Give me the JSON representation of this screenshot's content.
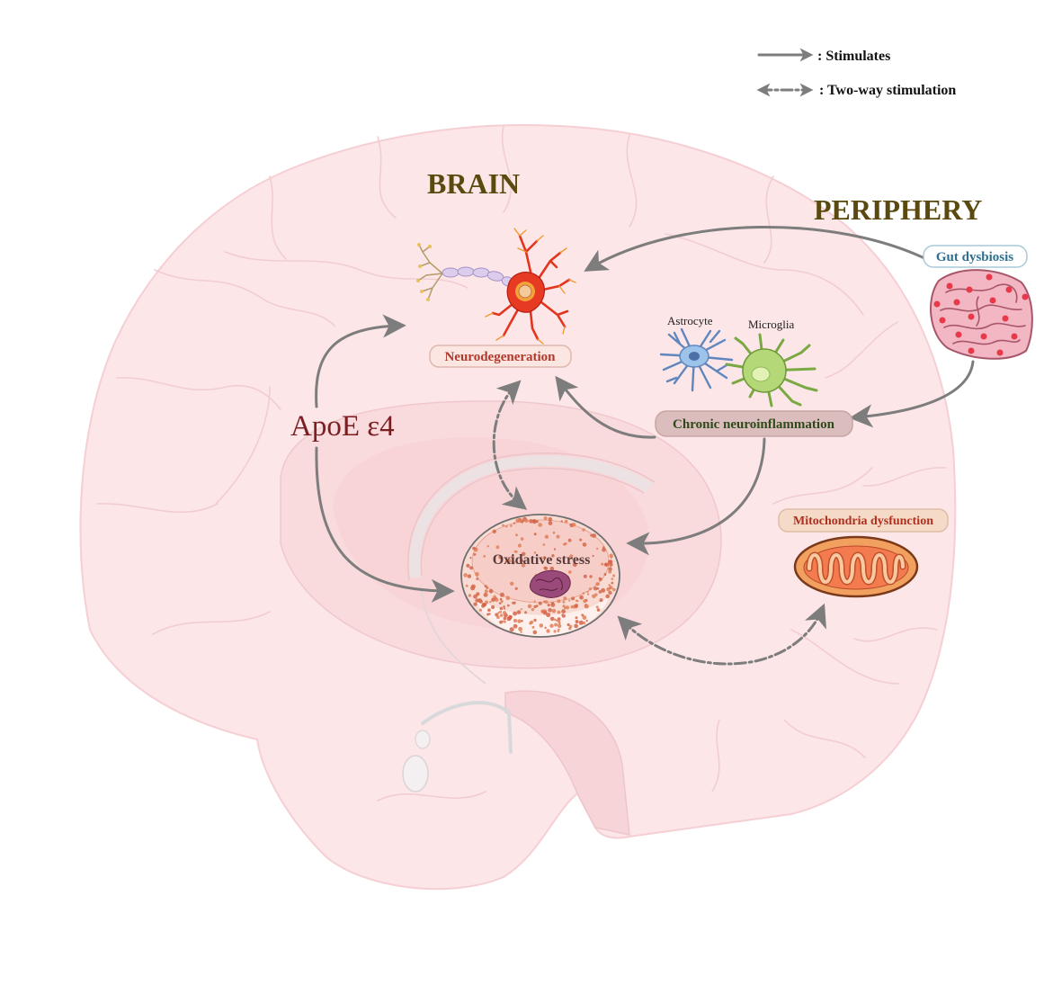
{
  "legend": {
    "stimulates_label": ": Stimulates",
    "two_way_label": ": Two-way stimulation"
  },
  "regions": {
    "brain": "BRAIN",
    "periphery": "PERIPHERY"
  },
  "nodes": {
    "neurodegeneration": "Neurodegeneration",
    "gut_dysbiosis": "Gut dysbiosis",
    "chronic_neuroinflammation": "Chronic neuroinflammation",
    "oxidative_stress": "Oxidative stress",
    "mitochondria_dysfunction": "Mitochondria dysfunction",
    "apoe": "ApoE ε4"
  },
  "cells": {
    "astrocyte": "Astrocyte",
    "microglia": "Microglia"
  },
  "colors": {
    "region_title": "#5b4a10",
    "arrow": "#7d7d7d",
    "brain_tissue": "#fde6e8",
    "neurodegeneration_text": "#b3382c",
    "gut_text": "#2f6f8f",
    "neuroinflammation_text": "#2f4a1a",
    "mitochondria_text": "#b0301e",
    "oxidative_text": "#5a3a3a",
    "apoe_text": "#7a1e22"
  }
}
